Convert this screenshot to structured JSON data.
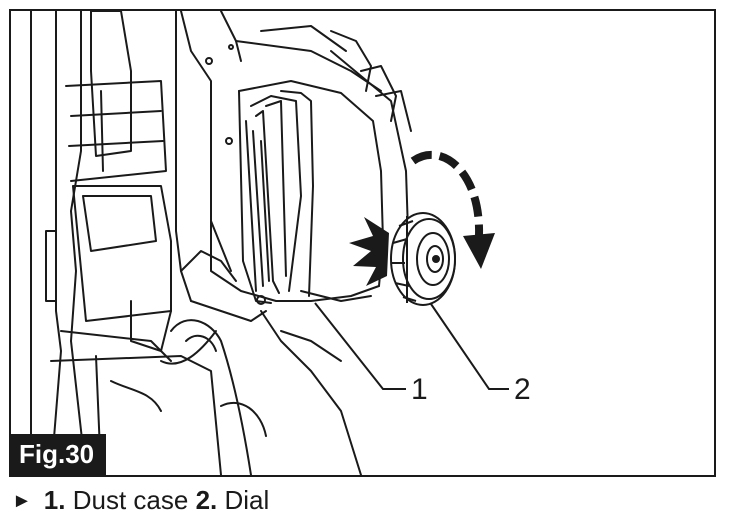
{
  "figure": {
    "label": "Fig.30",
    "callouts": [
      {
        "number": "1",
        "item": "Dust case"
      },
      {
        "number": "2",
        "item": "Dial"
      }
    ]
  },
  "caption": {
    "bullet": "►",
    "entries": [
      {
        "num": "1.",
        "text": "Dust case"
      },
      {
        "num": "2.",
        "text": "Dial"
      }
    ]
  },
  "icons": {
    "rotation": "rotate-arrow-icon",
    "tightening": "click-burst-icon"
  },
  "colors": {
    "ink": "#1a1a1a",
    "label_bg": "#1a1a1a",
    "label_text": "#ffffff",
    "paper": "#ffffff"
  }
}
